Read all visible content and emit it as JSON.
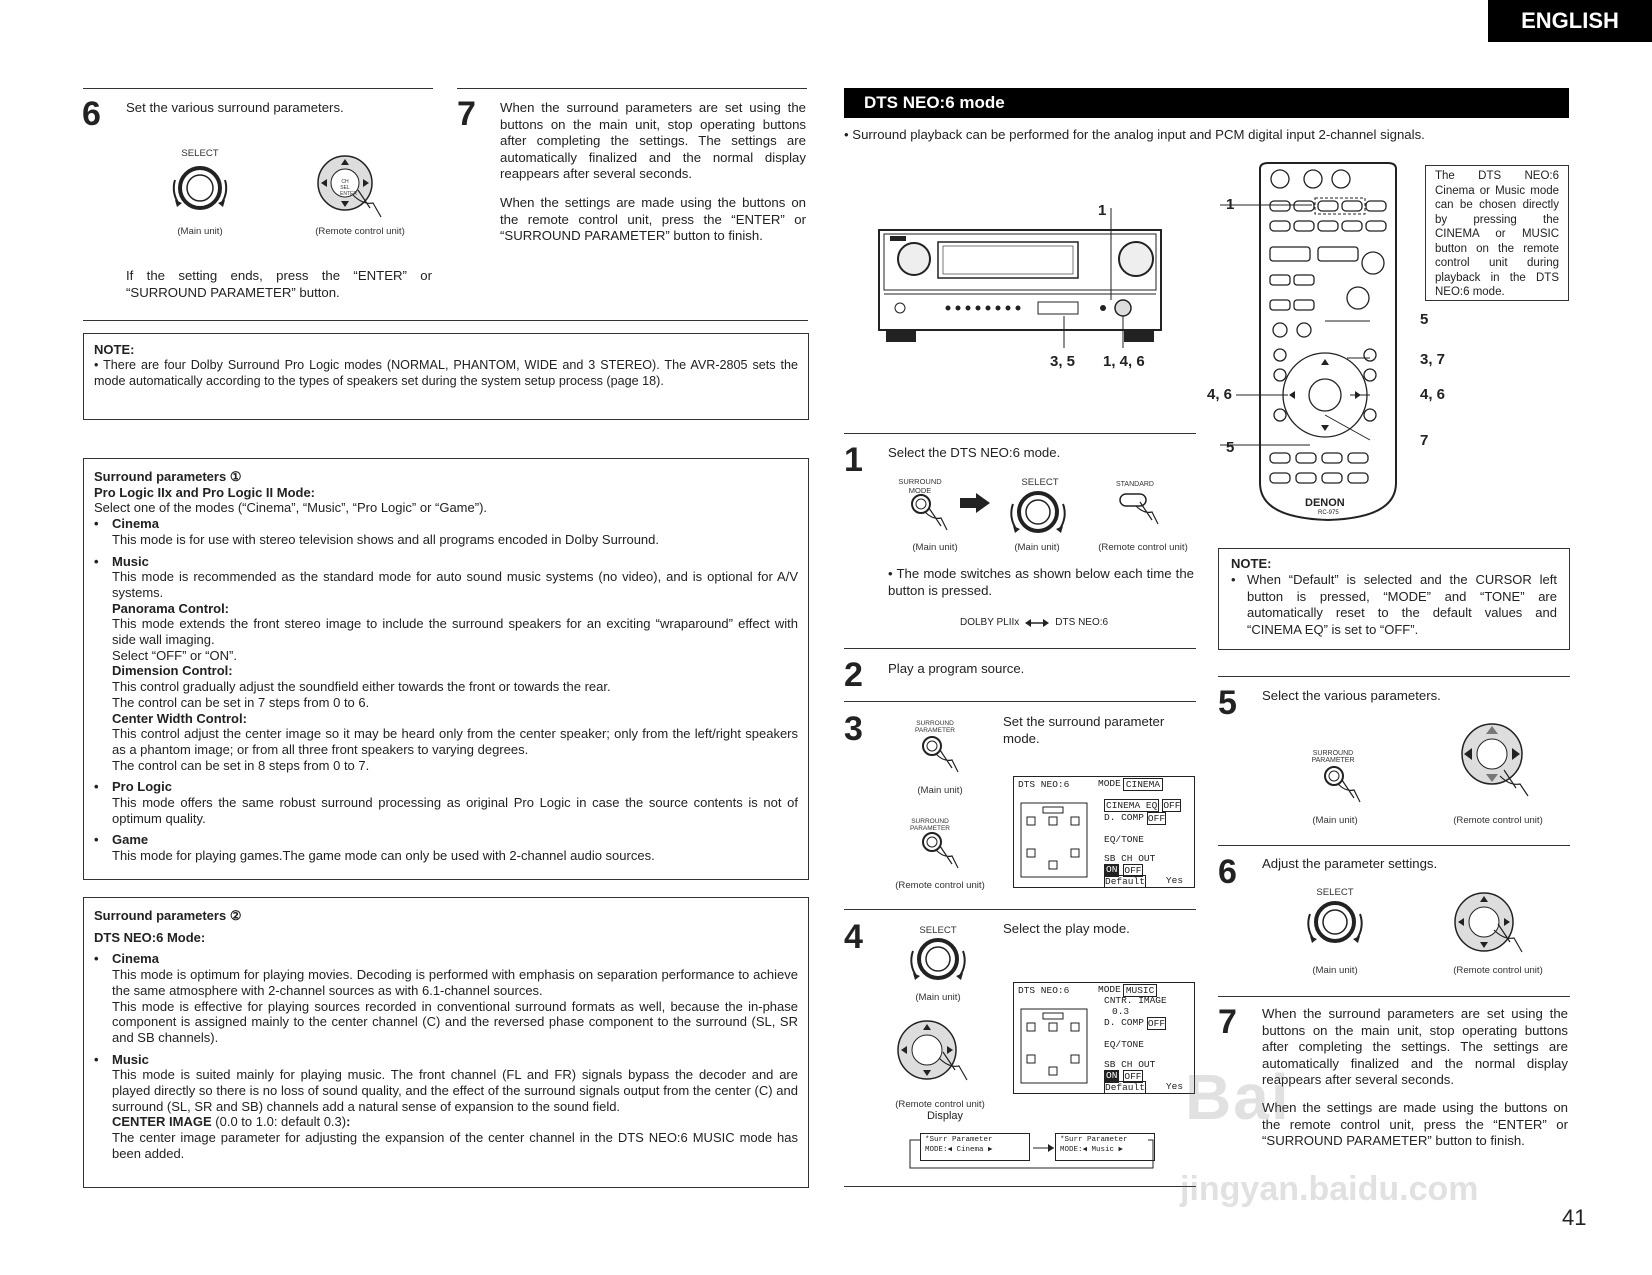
{
  "lang_tab": "ENGLISH",
  "page_number": "41",
  "left": {
    "step6": {
      "num": "6",
      "text": "Set the various surround parameters.",
      "select_label": "SELECT",
      "enter_label": "CH SEL ENTER",
      "main_unit": "(Main unit)",
      "remote_unit": "(Remote control unit)",
      "ends": "If the setting ends, press the “ENTER” or “SURROUND PARAMETER” button."
    },
    "step7": {
      "num": "7",
      "p1": "When the surround parameters are set using the buttons on the main unit, stop operating buttons after completing the settings. The settings are automatically finalized and the normal display reappears after several seconds.",
      "p2": "When the settings are made using the buttons on the remote control unit, press the “ENTER” or “SURROUND PARAMETER” button to finish."
    },
    "note": {
      "title": "NOTE:",
      "text": "• There are four Dolby Surround Pro Logic modes (NORMAL, PHANTOM, WIDE and 3 STEREO). The AVR-2805 sets the mode automatically according to the types of speakers set during the system setup process (page 18)."
    },
    "params1": {
      "title": "Surround parameters ①",
      "mode": "Pro Logic IIx and Pro Logic II Mode:",
      "intro": "Select one of the modes (“Cinema”, “Music”, “Pro Logic” or “Game”).",
      "cinema_h": "Cinema",
      "cinema_t": "This mode is for use with stereo television shows and all programs encoded in Dolby Surround.",
      "music_h": "Music",
      "music_t": "This mode is recommended as the standard mode for auto sound music systems (no video), and is optional for A/V systems.",
      "pan_h": "Panorama Control:",
      "pan_t1": "This mode extends the front stereo image to include the surround speakers for an exciting “wraparound” effect with side wall imaging.",
      "pan_t2": "Select “OFF” or “ON”.",
      "dim_h": "Dimension Control:",
      "dim_t1": "This control gradually adjust the soundfield either towards the front or towards the rear.",
      "dim_t2": "The control can be set in 7 steps from 0 to 6.",
      "cw_h": "Center Width Control:",
      "cw_t1": "This control adjust the center image so it may be heard only from the center speaker; only from the left/right speakers as a phantom image; or from all three front speakers to varying degrees.",
      "cw_t2": "The control can be set in 8 steps from 0 to 7.",
      "pl_h": "Pro Logic",
      "pl_t": "This mode offers the same robust surround processing as original Pro Logic in case the source contents is not of optimum quality.",
      "game_h": "Game",
      "game_t": "This mode for playing games.The game mode can only be used with 2-channel audio sources."
    },
    "params2": {
      "title": "Surround parameters ②",
      "mode": "DTS NEO:6 Mode:",
      "cinema_h": "Cinema",
      "cinema_t1": "This mode is optimum for playing movies. Decoding is performed with emphasis on separation performance to achieve the same atmosphere with 2-channel sources as with 6.1-channel sources.",
      "cinema_t2": "This mode is effective for playing sources recorded in conventional surround formats as well, because the in-phase component is assigned mainly to the center channel (C) and the reversed phase component to the surround (SL, SR and SB channels).",
      "music_h": "Music",
      "music_t": "This mode is suited mainly for playing music. The front channel (FL and FR) signals bypass the decoder and are played directly so there is no loss of sound quality, and the effect of the surround signals output from the center (C) and surround (SL, SR and SB) channels add a natural sense of expansion to the sound field.",
      "ci_h": "CENTER IMAGE",
      "ci_range": " (0.0 to 1.0: default 0.3)",
      "ci_colon": ":",
      "ci_t": "The center image parameter for adjusting the expansion of the center channel in the DTS NEO:6 MUSIC mode has been added."
    }
  },
  "right": {
    "heading": "DTS NEO:6 mode",
    "intro": "• Surround playback can be performed for the analog input and PCM digital input 2-channel signals.",
    "receiver_callouts": {
      "top": "1",
      "b1": "3, 5",
      "b2": "1, 4, 6"
    },
    "remote_callouts": {
      "c1": "1",
      "c5a": "5",
      "c37": "3, 7",
      "c46l": "4, 6",
      "c46r": "4, 6",
      "c7": "7",
      "c5b": "5"
    },
    "remote_brand": "DENON",
    "remote_model": "RC-975",
    "remote_note": "The DTS NEO:6 Cinema or Music mode can be chosen directly by pressing the CINEMA or MUSIC button on the remote control unit during playback in the DTS NEO:6 mode.",
    "note": {
      "title": "NOTE:",
      "text": "When “Default” is selected and the CURSOR left button is pressed, “MODE” and “TONE” are automatically reset to the default values and “CINEMA EQ” is set to “OFF”."
    },
    "step1": {
      "num": "1",
      "text": "Select the DTS NEO:6 mode.",
      "surround_mode": "SURROUND MODE",
      "select": "SELECT",
      "standard": "STANDARD",
      "main1": "(Main unit)",
      "main2": "(Main unit)",
      "remote": "(Remote control unit)",
      "bullet": "• The mode switches as shown below each time the button is pressed.",
      "flow_a": "DOLBY PLIIx",
      "flow_b": "DTS NEO:6"
    },
    "step2": {
      "num": "2",
      "text": "Play a program source."
    },
    "step3": {
      "num": "3",
      "text": "Set the surround parameter mode.",
      "sp_label": "SURROUND PARAMETER",
      "main": "(Main unit)",
      "remote": "(Remote control unit)",
      "lcd_title": "DTS NEO:6",
      "lcd_mode": "MODE",
      "lcd_mode_val": "CINEMA",
      "lcd_l2": "CINEMA EQ",
      "lcd_off": "OFF",
      "lcd_l3": "D. COMP",
      "lcd_l4": "EQ/TONE",
      "lcd_l5": "SB CH OUT",
      "lcd_on": "ON",
      "lcd_default": "Default",
      "lcd_yes": "Yes"
    },
    "step4": {
      "num": "4",
      "text": "Select the play mode.",
      "select": "SELECT",
      "main": "(Main unit)",
      "remote": "(Remote control unit)",
      "display": "Display",
      "lcd_title": "DTS NEO:6",
      "lcd_mode": "MODE",
      "lcd_mode_val": "MUSIC",
      "lcd_l2": "CNTR. IMAGE",
      "lcd_l2v": "0.3",
      "lcd_l3": "D. COMP",
      "lcd_off": "OFF",
      "lcd_l4": "EQ/TONE",
      "lcd_l5": "SB CH OUT",
      "lcd_on": "ON",
      "lcd_default": "Default",
      "lcd_yes": "Yes",
      "disp1_l1": "*Surr Parameter",
      "disp1_l2": "MODE:◀ Cinema ▶",
      "disp2_l1": "*Surr Parameter",
      "disp2_l2": "MODE:◀ Music ▶"
    },
    "step5": {
      "num": "5",
      "text": "Select the various parameters.",
      "sp_label": "SURROUND PARAMETER",
      "main": "(Main unit)",
      "remote": "(Remote control unit)"
    },
    "step6": {
      "num": "6",
      "text": "Adjust the parameter settings.",
      "select": "SELECT",
      "main": "(Main unit)",
      "remote": "(Remote control unit)"
    },
    "step7": {
      "num": "7",
      "p1": "When the surround parameters are set using the buttons on the main unit, stop operating buttons after completing the settings. The settings are automatically finalized and the normal display reappears after several seconds.",
      "p2": "When the settings are made using the buttons on the remote control unit, press the “ENTER” or “SURROUND PARAMETER” button to finish."
    }
  },
  "watermark": {
    "l1": "Bai",
    "l2": "jingyan.baidu.com"
  }
}
